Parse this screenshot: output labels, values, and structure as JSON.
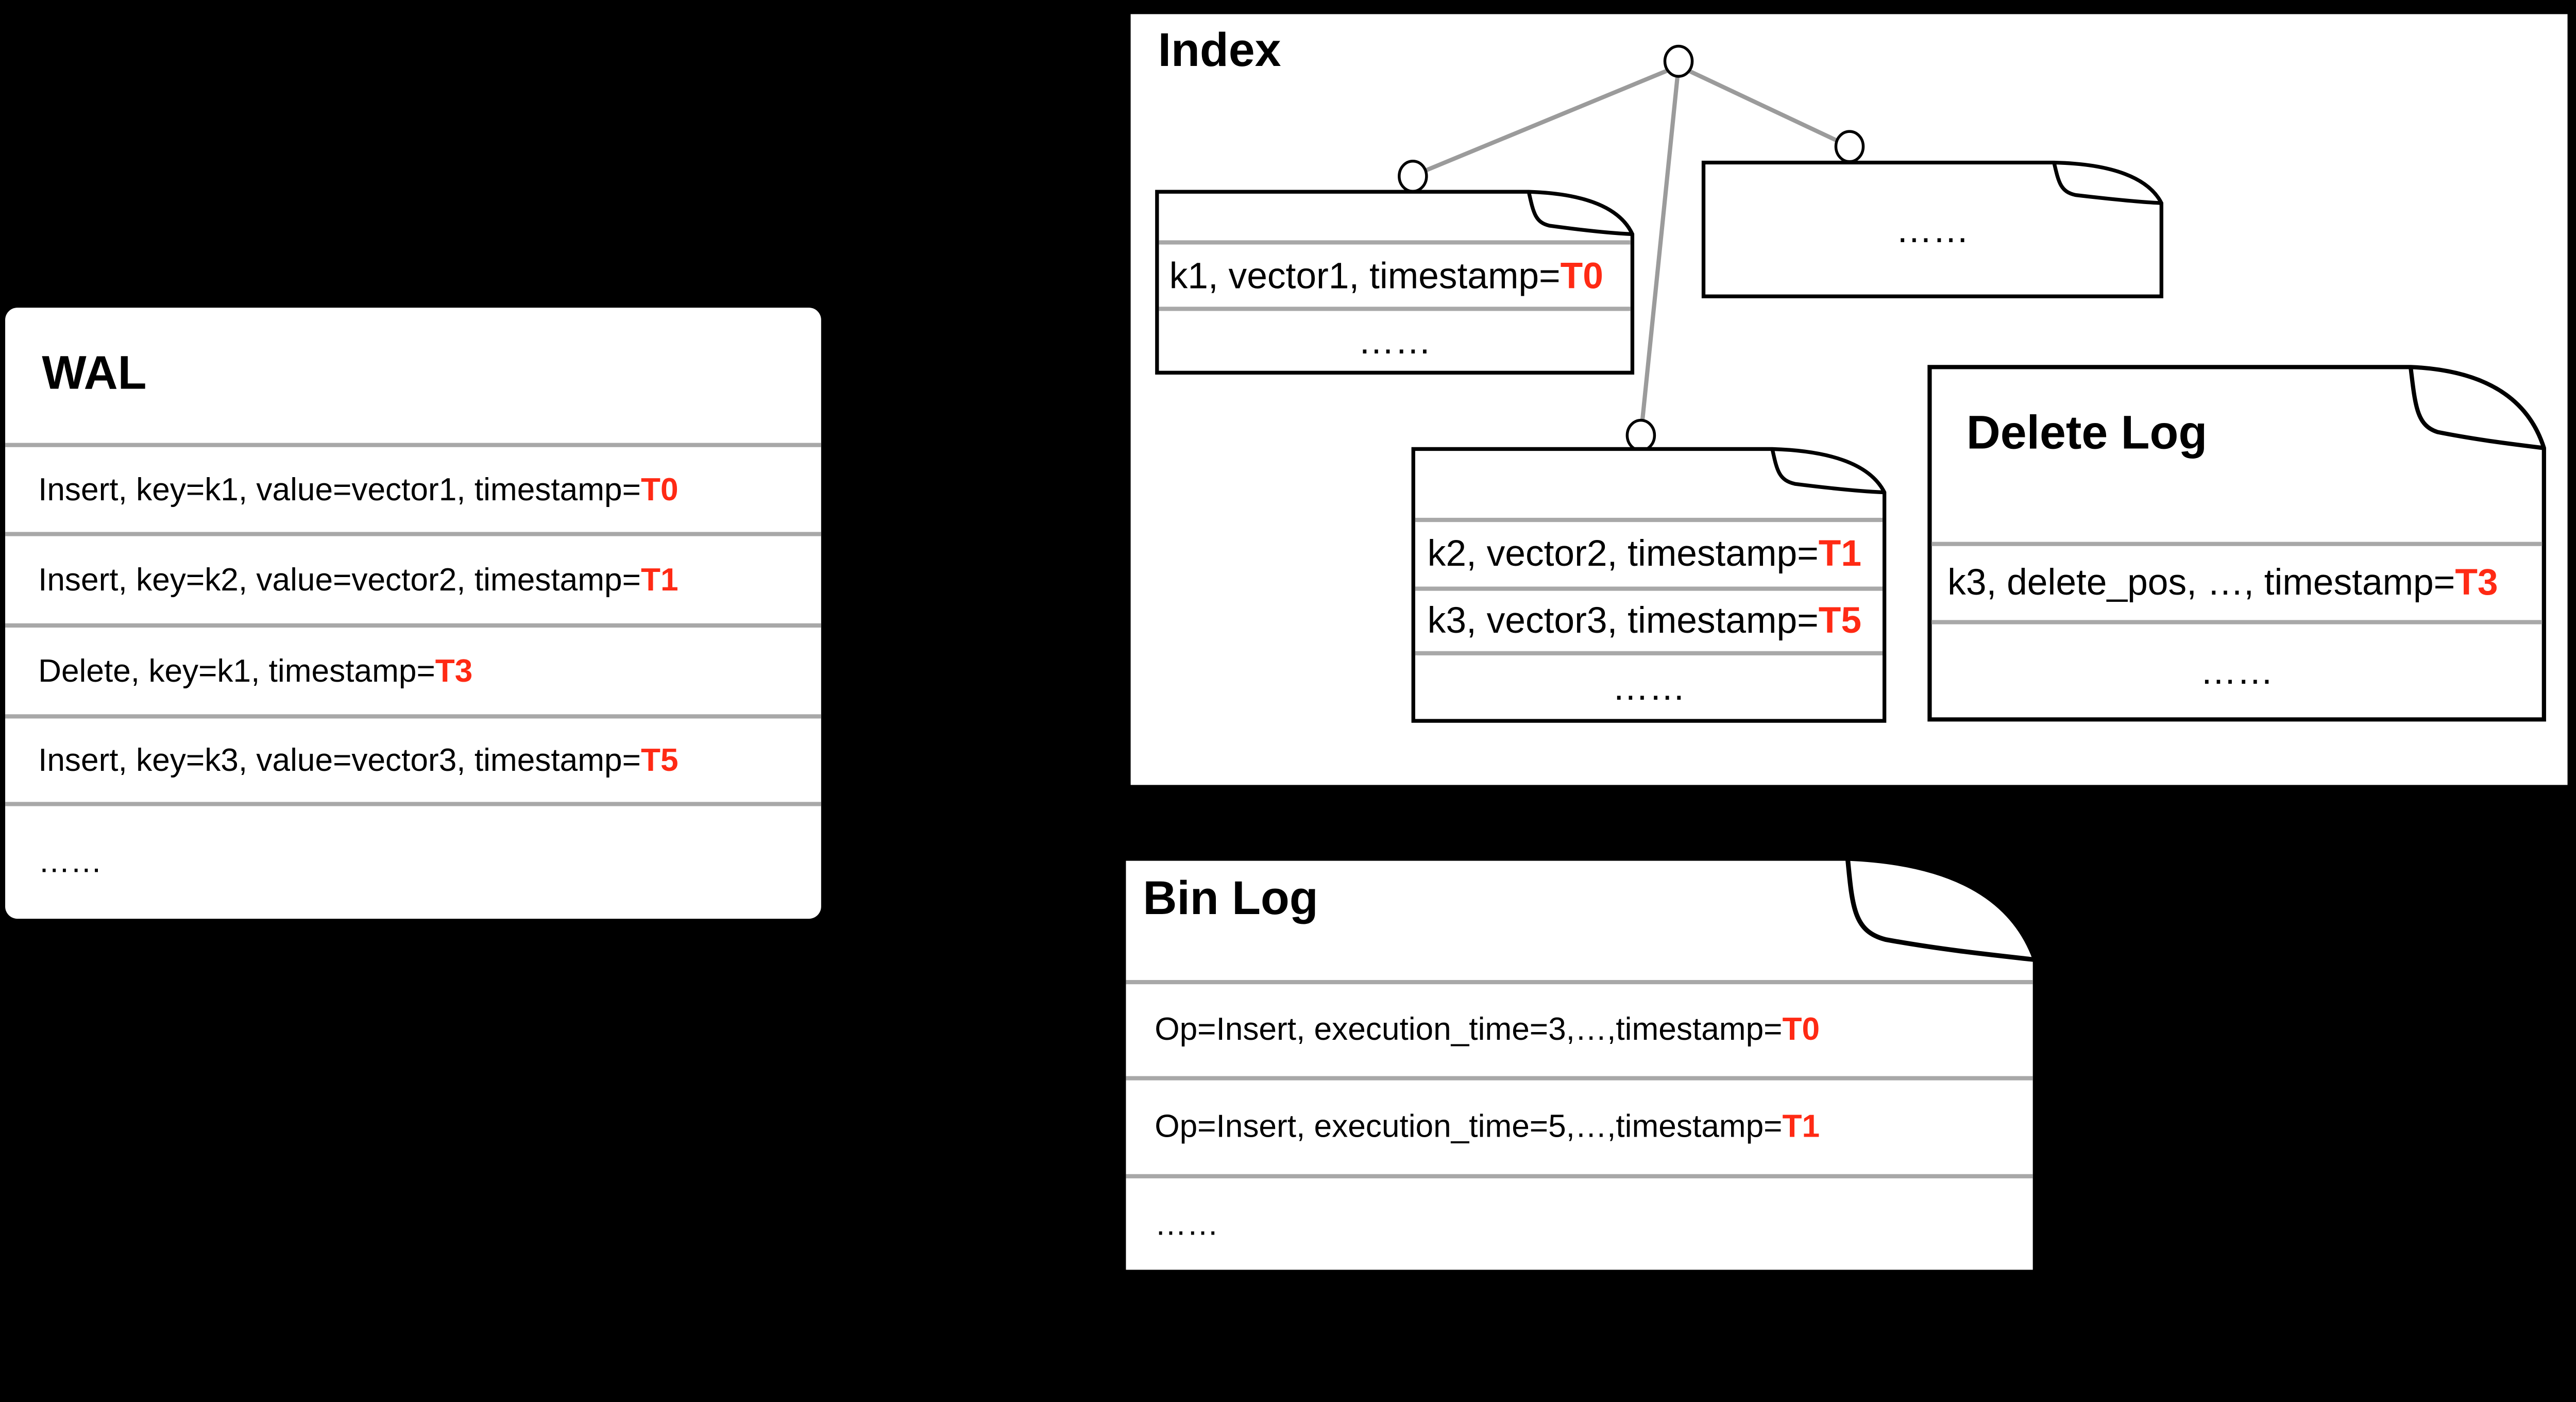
{
  "colors": {
    "background": "#000000",
    "panel": "#ffffff",
    "accent_red": "#ff2a14",
    "divider_gray": "#a8a8a8",
    "tree_edge_gray": "#9b9b9b",
    "outline_black": "#000000"
  },
  "wal": {
    "title": "WAL",
    "rows": [
      {
        "text": "Insert, key=k1, value=vector1, timestamp=",
        "t": "T0"
      },
      {
        "text": "Insert, key=k2, value=vector2, timestamp=",
        "t": "T1"
      },
      {
        "text": "Delete, key=k1, timestamp=",
        "t": "T3"
      },
      {
        "text": "Insert, key=k3, value=vector3, timestamp=",
        "t": "T5"
      },
      {
        "text": "……",
        "t": ""
      }
    ]
  },
  "index": {
    "title": "Index",
    "left_doc": {
      "rows": [
        {
          "text": "k1, vector1, timestamp=",
          "t": "T0"
        },
        {
          "text": "……",
          "t": ""
        }
      ]
    },
    "right_doc": {
      "rows": [
        {
          "text": "……",
          "t": ""
        }
      ]
    },
    "middle_doc": {
      "rows": [
        {
          "text": "k2, vector2, timestamp=",
          "t": "T1"
        },
        {
          "text": "k3, vector3, timestamp=",
          "t": "T5"
        },
        {
          "text": "……",
          "t": ""
        }
      ]
    }
  },
  "delete_log": {
    "title": "Delete Log",
    "rows": [
      {
        "text": "k3, delete_pos, …, timestamp=",
        "t": "T3"
      },
      {
        "text": "……",
        "t": ""
      }
    ]
  },
  "bin_log": {
    "title": "Bin Log",
    "rows": [
      {
        "text": "Op=Insert, execution_time=3,…,timestamp=",
        "t": "T0"
      },
      {
        "text": "Op=Insert, execution_time=5,…,timestamp=",
        "t": "T1"
      },
      {
        "text": "……",
        "t": ""
      }
    ]
  }
}
